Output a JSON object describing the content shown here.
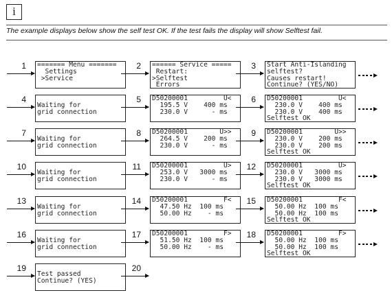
{
  "header": {
    "icon_glyph": "i",
    "icon_name": "info-icon",
    "caption": "The example displays below show the self test OK. If the test fails the display will show Selftest fail."
  },
  "rows": [
    {
      "cells": [
        {
          "step": "1",
          "lines": [
            "======= Menu =======",
            "  Settings",
            " >Service"
          ]
        },
        {
          "step": "2",
          "lines": [
            "====== Service =====",
            " Restart:",
            ">Selftest",
            " Errors"
          ]
        },
        {
          "step": "3",
          "lines": [
            "Start Anti-Islanding",
            "selftest?",
            "Causes restart!",
            "Continue? (YES/NO)"
          ]
        }
      ]
    },
    {
      "cells": [
        {
          "step": "4",
          "lines": [
            "",
            "Waiting for",
            "grid connection"
          ]
        },
        {
          "step": "5",
          "lines": [
            "D50200001         U<",
            "  195.5 V    400 ms",
            "  230.0 V      - ms"
          ]
        },
        {
          "step": "6",
          "lines": [
            "D50200001         U<",
            "  230.0 V    400 ms",
            "  230.0 V    400 ms",
            "Selftest OK"
          ]
        }
      ]
    },
    {
      "cells": [
        {
          "step": "7",
          "lines": [
            "",
            "Waiting for",
            "grid connection"
          ]
        },
        {
          "step": "8",
          "lines": [
            "D50200001        U>>",
            "  264.5 V    200 ms",
            "  230.0 V      - ms"
          ]
        },
        {
          "step": "9",
          "lines": [
            "D50200001        U>>",
            "  230.0 V    200 ms",
            "  230.0 V    200 ms",
            "Selftest OK"
          ]
        }
      ]
    },
    {
      "cells": [
        {
          "step": "10",
          "lines": [
            "",
            "Waiting for",
            "grid connection"
          ]
        },
        {
          "step": "11",
          "lines": [
            "D50200001         U>",
            "  253.0 V   3000 ms",
            "  230.0 V      - ms"
          ]
        },
        {
          "step": "12",
          "lines": [
            "D50200001         U>",
            "  230.0 V   3000 ms",
            "  230.0 V   3000 ms",
            "Selftest OK"
          ]
        }
      ]
    },
    {
      "cells": [
        {
          "step": "13",
          "lines": [
            "",
            "Waiting for",
            "grid connection"
          ]
        },
        {
          "step": "14",
          "lines": [
            "D50200001         F<",
            "  47.50 Hz  100 ms",
            "  50.00 Hz    - ms"
          ]
        },
        {
          "step": "15",
          "lines": [
            "D50200001         F<",
            "  50.00 Hz  100 ms",
            "  50.00 Hz  100 ms",
            "Selftest OK"
          ]
        }
      ]
    },
    {
      "cells": [
        {
          "step": "16",
          "lines": [
            "",
            "Waiting for",
            "grid connection"
          ]
        },
        {
          "step": "17",
          "lines": [
            "D50200001         F>",
            "  51.50 Hz  100 ms",
            "  50.00 Hz    - ms"
          ]
        },
        {
          "step": "18",
          "lines": [
            "D50200001         F>",
            "  50.00 Hz  100 ms",
            "  50.00 Hz  100 ms",
            "Selftest OK"
          ]
        }
      ]
    },
    {
      "cells": [
        {
          "step": "19",
          "lines": [
            "",
            "Test passed",
            "Continue? (YES)"
          ]
        },
        {
          "step": "20",
          "lines": null
        }
      ]
    }
  ]
}
